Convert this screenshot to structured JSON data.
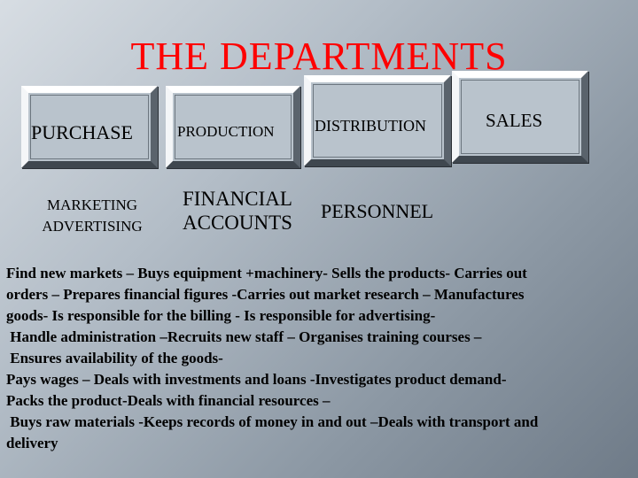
{
  "title": "THE DEPARTMENTS",
  "departments": {
    "purchase": "PURCHASE",
    "production": "PRODUCTION",
    "distribution": "DISTRIBUTION",
    "sales": "SALES",
    "marketing_line1": "MARKETING",
    "marketing_line2": "ADVERTISING",
    "financial_line1": "FINANCIAL",
    "financial_line2": "ACCOUNTS",
    "personnel": "PERSONNEL"
  },
  "description_lines": [
    "Find new markets – Buys equipment +machinery- Sells the products- Carries out",
    "orders – Prepares financial figures -Carries out market research – Manufactures",
    "goods-  Is responsible for the billing - Is responsible for advertising-",
    " Handle administration –Recruits new staff – Organises training courses –",
    " Ensures availability of the goods-",
    "Pays wages – Deals with investments and loans -Investigates product demand-",
    "Packs the product-Deals with financial resources –",
    " Buys raw materials -Keeps records of money in and out –Deals with transport and",
    "delivery"
  ],
  "colors": {
    "title": "#ff0000",
    "text": "#000000"
  }
}
